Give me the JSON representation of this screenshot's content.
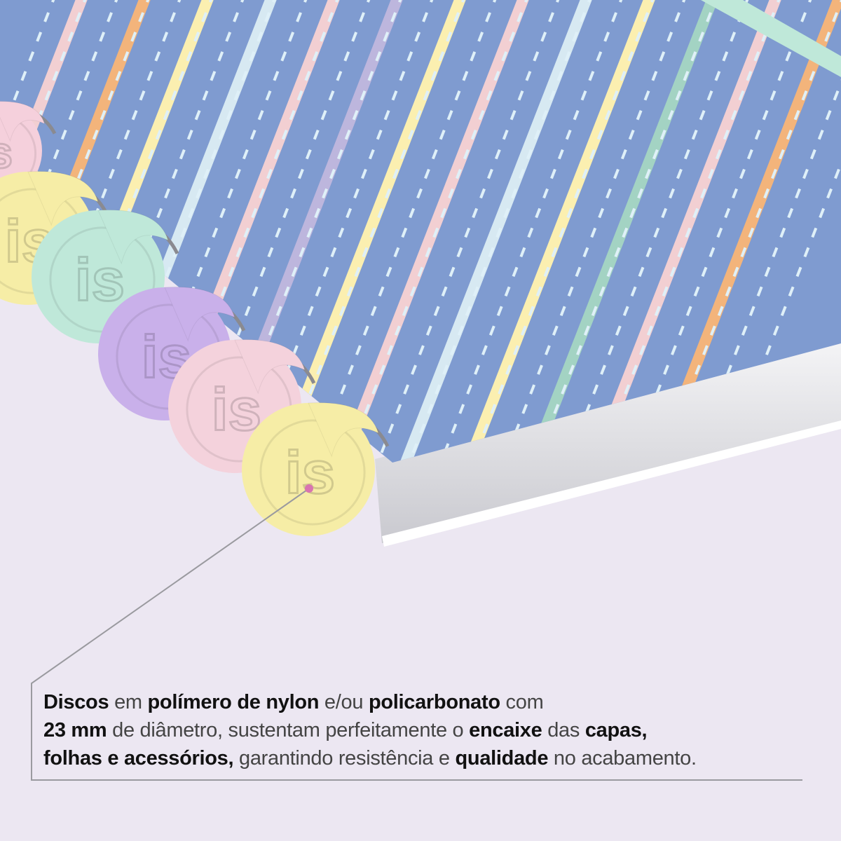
{
  "colors": {
    "background": "#ece7f2",
    "cover": "#7f9bd0",
    "stripes": [
      "#f2cfd2",
      "#f3b47b",
      "#fbefb0",
      "#d7e9f2",
      "#f2cfd2",
      "#bdb6dd",
      "#fbefb0",
      "#f2cfd2",
      "#d7e9f2",
      "#fbefb0",
      "#a3d3c3",
      "#f2cfd2",
      "#f3b47b"
    ],
    "discs": [
      "#f5d0dc",
      "#f6eda6",
      "#bfe8d9",
      "#c9b0ea",
      "#f4d2dc",
      "#f6eda6"
    ],
    "callout_dot": "#d974b0"
  },
  "caption": {
    "lines": [
      [
        {
          "t": "Discos",
          "b": true
        },
        {
          "t": " em ",
          "b": false
        },
        {
          "t": "polímero de nylon",
          "b": true
        },
        {
          "t": " e/ou ",
          "b": false
        },
        {
          "t": "policarbonato",
          "b": true
        },
        {
          "t": " com",
          "b": false
        }
      ],
      [
        {
          "t": "23 mm",
          "b": true
        },
        {
          "t": " de diâmetro, sustentam perfeitamente o ",
          "b": false
        },
        {
          "t": "encaixe",
          "b": true
        },
        {
          "t": " das ",
          "b": false
        },
        {
          "t": "capas,",
          "b": true
        }
      ],
      [
        {
          "t": "folhas e acessórios,",
          "b": true
        },
        {
          "t": " garantindo resistência e ",
          "b": false
        },
        {
          "t": "qualidade",
          "b": true
        },
        {
          "t": " no acabamento.",
          "b": false
        }
      ]
    ]
  }
}
